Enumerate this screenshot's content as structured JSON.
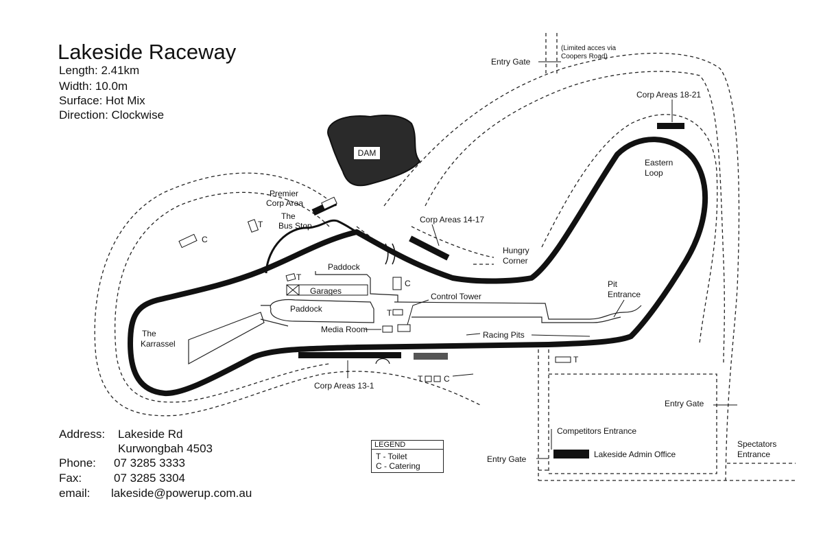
{
  "title": "Lakeside Raceway",
  "specs": {
    "length": "Length: 2.41km",
    "width": "Width: 10.0m",
    "surface": "Surface: Hot Mix",
    "direction": "Direction: Clockwise"
  },
  "labels": {
    "entry_gate_top": "Entry Gate",
    "limited_access_1": "(Limited acces via",
    "limited_access_2": "Coopers Road)",
    "corp_18_21": "Corp Areas 18-21",
    "eastern_loop_1": "Eastern",
    "eastern_loop_2": "Loop",
    "dam": "DAM",
    "premier_1": "Premier",
    "premier_2": "Corp Area",
    "bus_stop_1": "The",
    "bus_stop_2": "Bus Stop",
    "corp_14_17": "Corp Areas 14-17",
    "hungry_1": "Hungry",
    "hungry_2": "Corner",
    "paddock_top": "Paddock",
    "garages": "Garages",
    "paddock_bottom": "Paddock",
    "control_tower": "Control Tower",
    "pit_1": "Pit",
    "pit_2": "Entrance",
    "karrassel_1": "The",
    "karrassel_2": "Karrassel",
    "media_room": "Media Room",
    "racing_pits": "Racing Pits",
    "corp_13_1": "Corp Areas 13-1",
    "entry_gate_right": "Entry Gate",
    "competitors": "Competitors Entrance",
    "admin": "Lakeside Admin Office",
    "entry_gate_bottom": "Entry Gate",
    "spectators_1": "Spectators",
    "spectators_2": "Entrance",
    "t": "T",
    "c": "C"
  },
  "legend": {
    "title": "LEGEND",
    "toilet": "T - Toilet",
    "catering": "C - Catering"
  },
  "address": {
    "address_label": "Address:",
    "address_line1": "Lakeside Rd",
    "address_line2": "Kurwongbah 4503",
    "phone_label": "Phone:",
    "phone": "07 3285 3333",
    "fax_label": "Fax:",
    "fax": "07 3285 3304",
    "email_label": "email:",
    "email": "lakeside@powerup.com.au"
  }
}
